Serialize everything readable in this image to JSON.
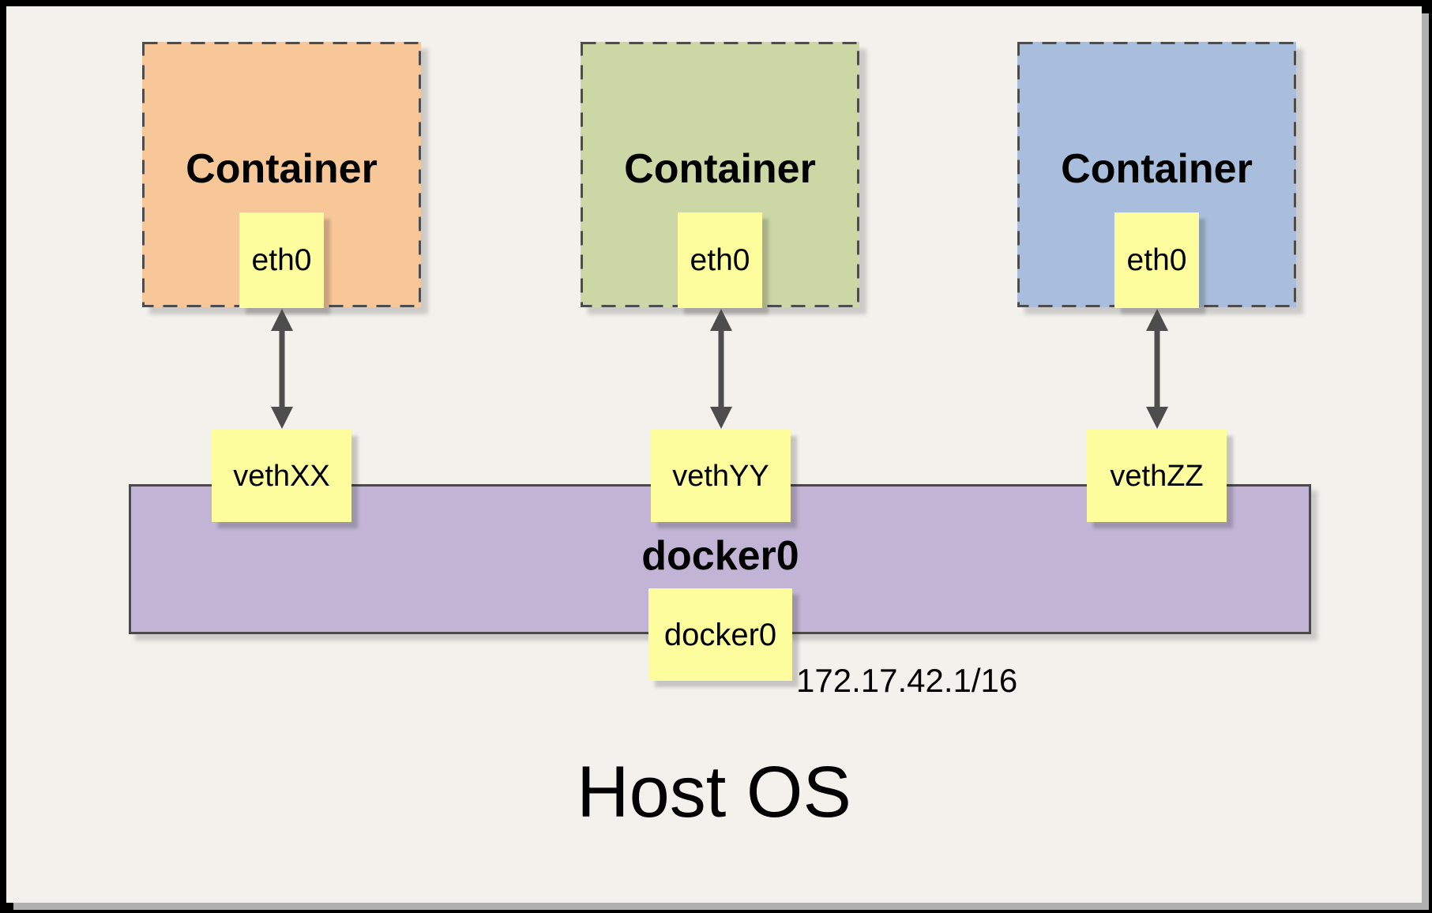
{
  "diagram": {
    "containers": [
      {
        "label": "Container",
        "interface_label": "eth0",
        "veth_label": "vethXX",
        "fill": "#F7C797"
      },
      {
        "label": "Container",
        "interface_label": "eth0",
        "veth_label": "vethYY",
        "fill": "#CBD7A4"
      },
      {
        "label": "Container",
        "interface_label": "eth0",
        "veth_label": "vethZZ",
        "fill": "#A9BEDC"
      }
    ],
    "bridge": {
      "label": "docker0",
      "interface_label": "docker0",
      "ip_address": "172.17.42.1/16",
      "fill": "#C1B4D4"
    },
    "host_label": "Host OS",
    "colors": {
      "node_fill": "#FDFD9E",
      "line": "#4D4D4D",
      "bridge_border": "#4A4A4A",
      "canvas_background": "#F2F1EC",
      "frame": "#000000",
      "card_shadow": "#B0B0B0"
    }
  }
}
